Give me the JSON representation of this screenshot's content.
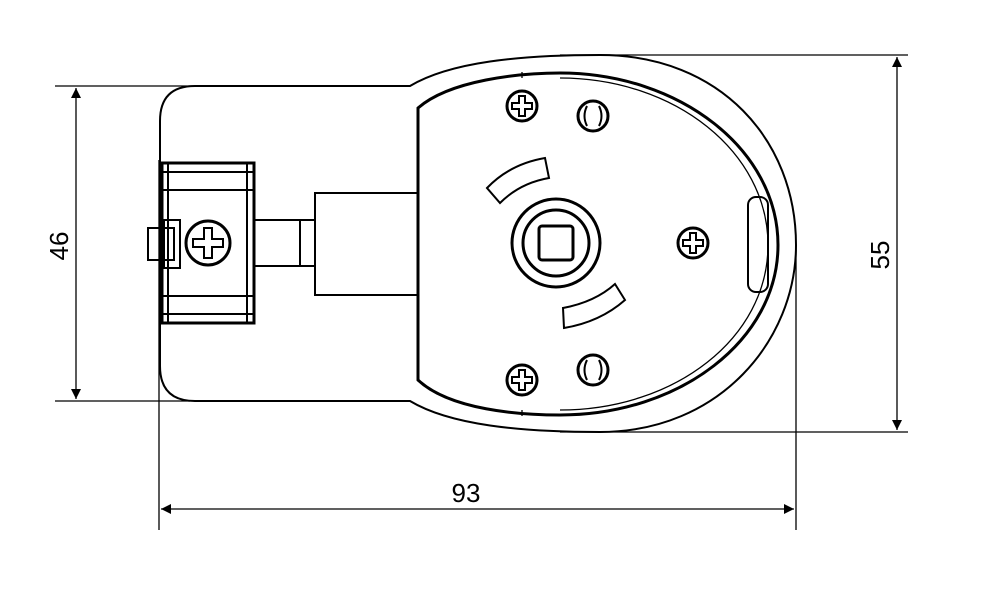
{
  "dimensions": {
    "height_small": "46",
    "height_large": "55",
    "width": "93"
  },
  "colors": {
    "line": "#000000",
    "background": "#ffffff"
  }
}
